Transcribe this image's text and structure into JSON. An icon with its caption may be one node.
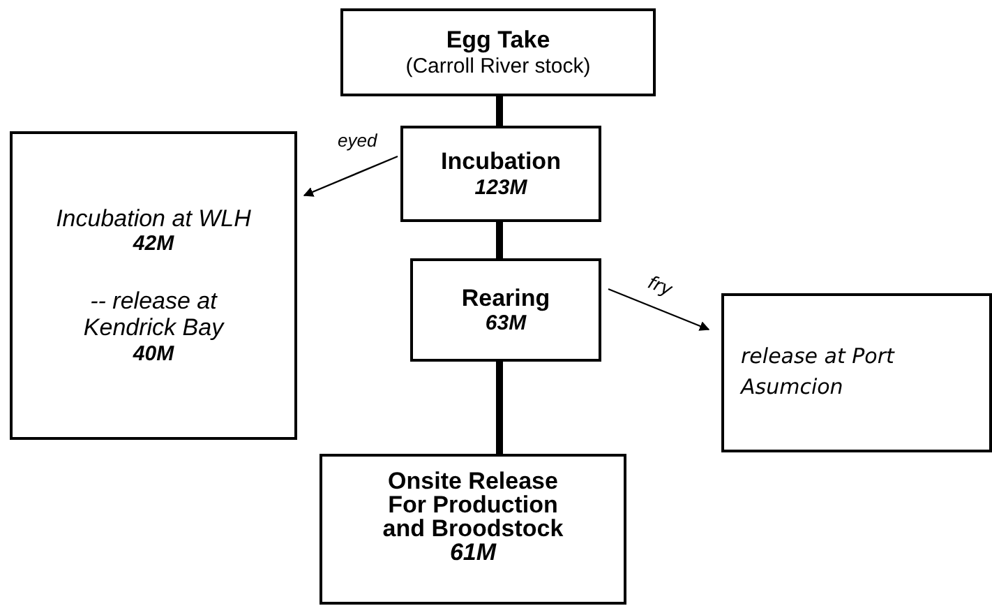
{
  "diagram": {
    "nodes": [
      {
        "text": [
          "Egg Take",
          "(Carroll River stock)"
        ]
      },
      {
        "text": [
          "Incubation",
          "123M"
        ]
      },
      {
        "text": [
          "Incubation at WLH",
          "42M",
          "-- release at Kendrick Bay",
          "40M"
        ]
      },
      {
        "text": [
          "Rearing",
          "63M"
        ]
      },
      {
        "text": [
          "release at Port Asumcion"
        ]
      },
      {
        "text": [
          "Onsite Release For Production and Broodstock *61M*"
        ]
      }
    ],
    "edges": [
      {
        "from": 0,
        "to": 1,
        "arrow": "none"
      },
      {
        "from": 1,
        "to": 3,
        "arrow": "none"
      },
      {
        "from": 3,
        "to": 5,
        "arrow": "none"
      },
      {
        "from": 1,
        "to": 2,
        "arrow": "to",
        "label": "eyed"
      },
      {
        "from": 3,
        "to": 4,
        "arrow": "to",
        "label": "fry"
      }
    ]
  }
}
